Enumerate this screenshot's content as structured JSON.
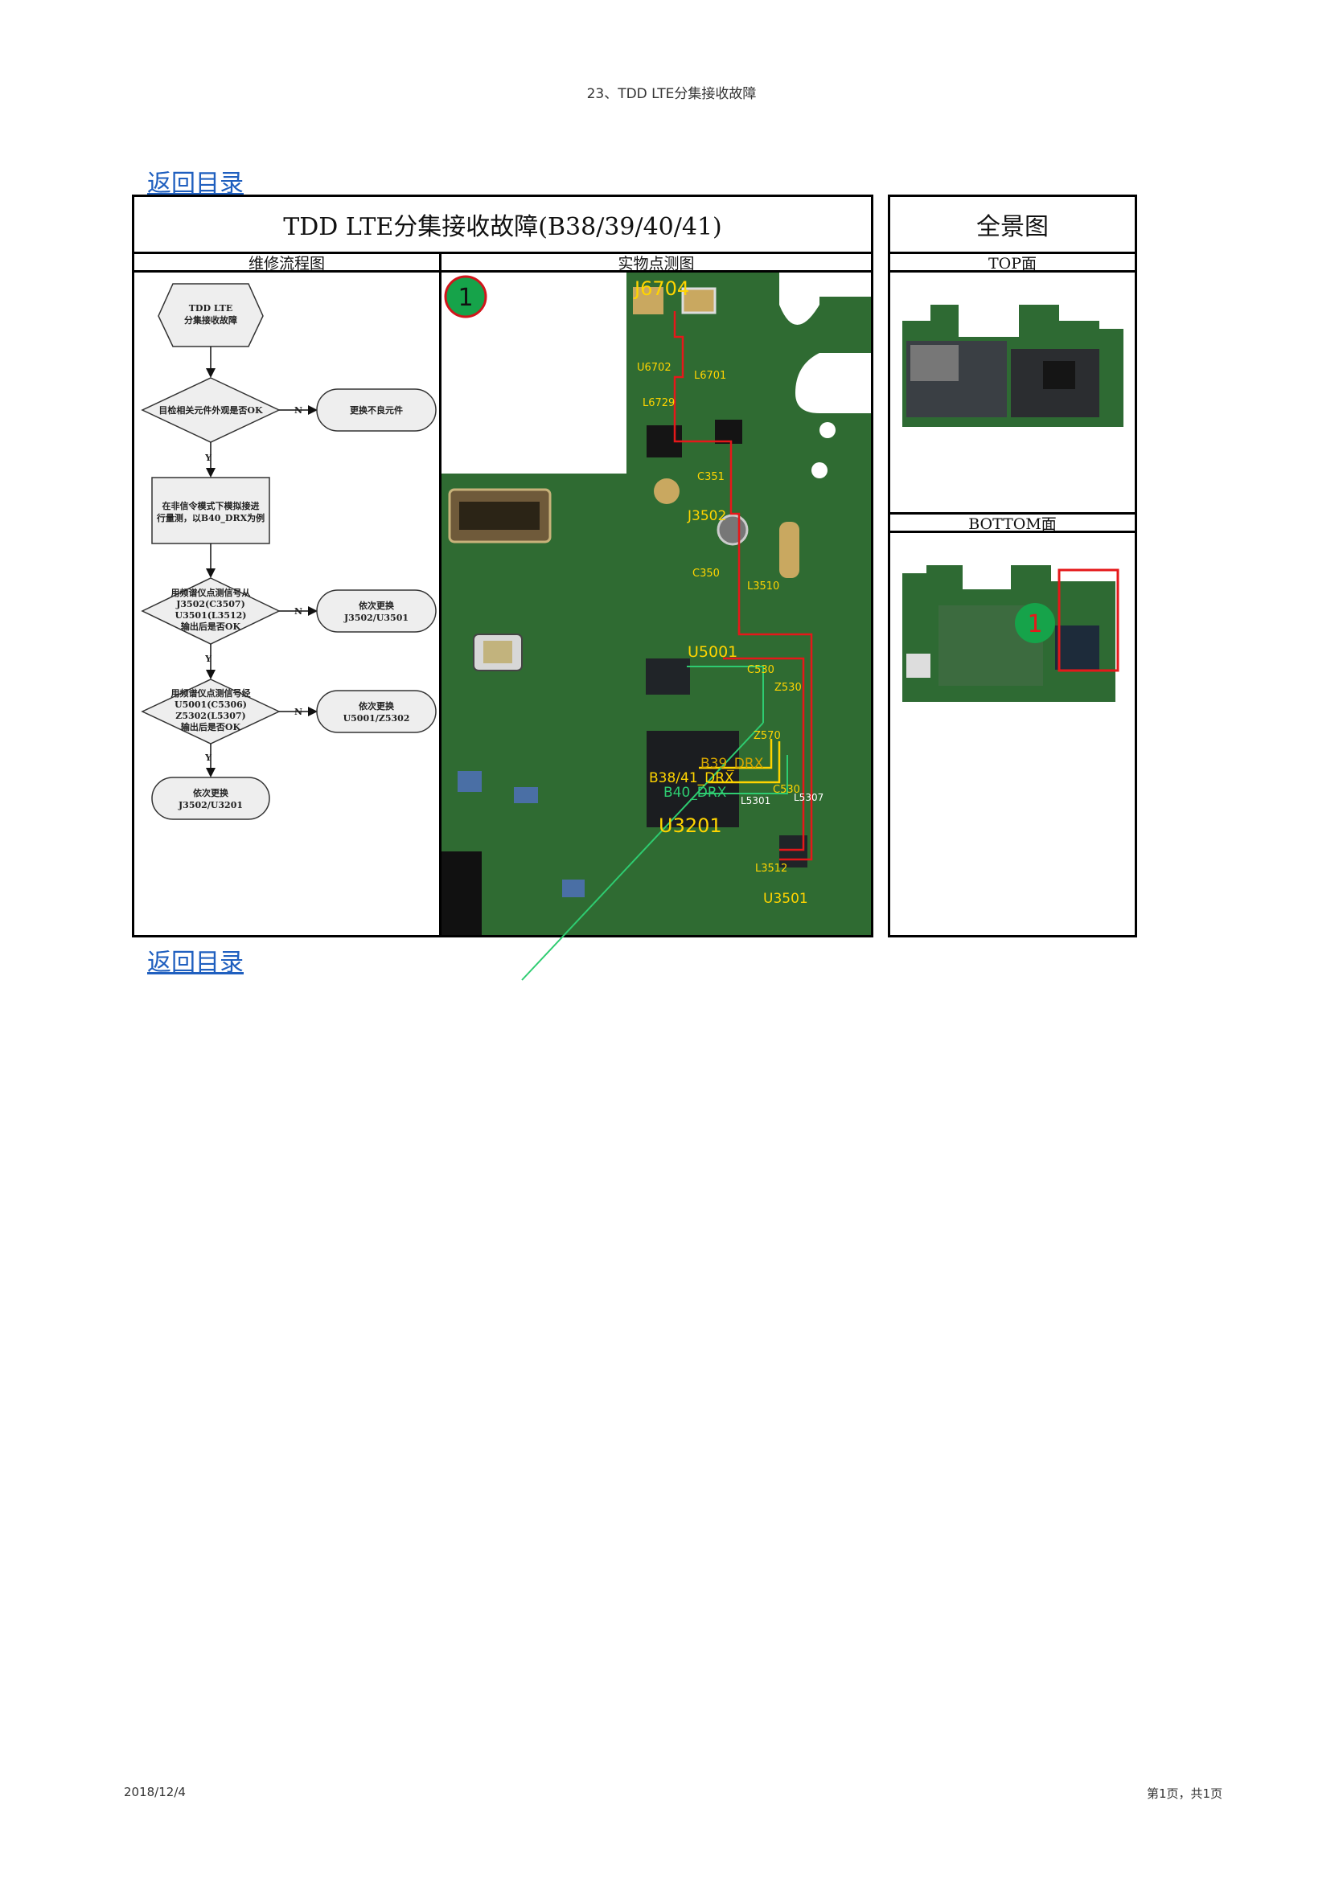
{
  "page_header": "23、TDD LTE分集接收故障",
  "nav": {
    "back_to_toc": "返回目录"
  },
  "main_table": {
    "title": "TDD LTE分集接收故障(B38/39/40/41)",
    "col_flow": "维修流程图",
    "col_photo": "实物点测图"
  },
  "overview": {
    "title": "全景图",
    "top_label": "TOP面",
    "bottom_label": "BOTTOM面",
    "marker": "1"
  },
  "flowchart": {
    "start": [
      "TDD LTE",
      "分集接收故障"
    ],
    "q1": "目检相关元件外观是否OK",
    "a1": "更换不良元件",
    "step1": [
      "在非信令模式下模拟接进",
      "行量测，以B40_DRX为例"
    ],
    "q2": [
      "用频谱仪点测信号从",
      "J3502(C3507)",
      "U3501(L3512)",
      "输出后是否OK"
    ],
    "a2": [
      "依次更换",
      "J3502/U3501"
    ],
    "q3": [
      "用频谱仪点测信号经",
      "U5001(C5306)",
      "Z5302(L5307)",
      "输出后是否OK"
    ],
    "a3": [
      "依次更换",
      "U5001/Z5302"
    ],
    "end": [
      "依次更换",
      "J3502/U3201"
    ],
    "yes": "Y",
    "no": "N"
  },
  "pcb": {
    "marker": "1",
    "labels": {
      "j6704": "J6704",
      "u6702": "U6702",
      "l6701": "L6701",
      "l6729": "L6729",
      "c351": "C351",
      "j3502": "J3502",
      "c350": "C350",
      "l3510": "L3510",
      "u5001": "U5001",
      "c530": "C530",
      "z530": "Z530",
      "z570": "Z570",
      "b39_drx": "B39_DRX",
      "b3841_drx": "B38/41_DRX",
      "b40_drx": "B40_DRX",
      "l5301": "L5301",
      "c530b": "C530",
      "l5307": "L5307",
      "u3201": "U3201",
      "l3512": "L3512",
      "u3501": "U3501"
    }
  },
  "footer": {
    "date": "2018/12/4",
    "page": "第1页，共1页"
  },
  "colors": {
    "pcb_green": "#2f6b32",
    "trace_red": "#e5181a",
    "trace_yellow": "#ffd400",
    "trace_green": "#2ecc71",
    "link_blue": "#1f5fbf"
  }
}
